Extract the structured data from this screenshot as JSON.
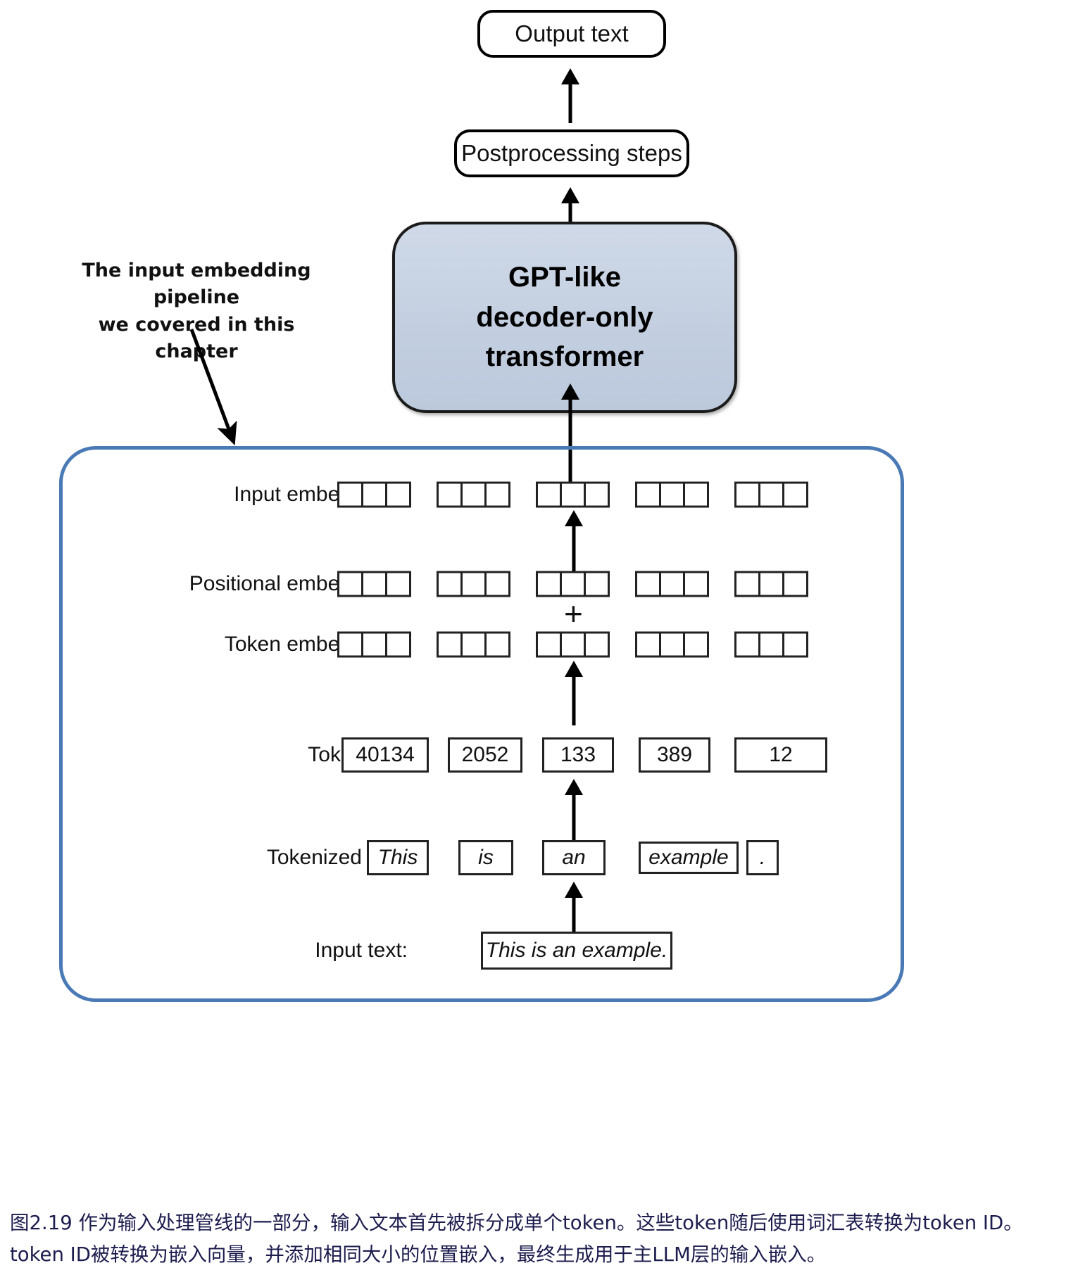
{
  "figure": {
    "output_box_label": "Output text",
    "postprocessing_box_label": "Postprocessing steps",
    "gpt_block_lines": [
      "GPT-like",
      "decoder-only",
      "transformer"
    ],
    "annotation": "The input embedding pipeline\nwe covered in this chapter",
    "plus_symbol": "+",
    "colors": {
      "gpt_block_fill": "#c5d1e0",
      "pipeline_border": "#4a7ab5",
      "stroke": "#000000",
      "caption_text": "#1c1c4e"
    }
  },
  "pipeline": {
    "rows": [
      {
        "label": "Input embeddings:",
        "kind": "cells",
        "groups": 5,
        "cells_per_group": 3
      },
      {
        "label": "Positional embeddings:",
        "kind": "cells",
        "groups": 5,
        "cells_per_group": 3
      },
      {
        "label": "Token embeddings:",
        "kind": "cells",
        "groups": 5,
        "cells_per_group": 3
      },
      {
        "label": "Token IDs:",
        "kind": "values",
        "values": [
          "40134",
          "2052",
          "133",
          "389",
          "12"
        ]
      },
      {
        "label": "Tokenized text:",
        "kind": "values",
        "values": [
          "This",
          "is",
          "an",
          "example",
          "."
        ]
      },
      {
        "label": "Input text:",
        "kind": "values",
        "values": [
          "This is an example."
        ]
      }
    ],
    "row_labels": {
      "input_embeddings": "Input embeddings:",
      "positional_embeddings": "Positional embeddings:",
      "token_embeddings": "Token embeddings:",
      "token_ids": "Token IDs:",
      "tokenized_text": "Tokenized text:",
      "input_text": "Input text:"
    },
    "token_ids": [
      "40134",
      "2052",
      "133",
      "389",
      "12"
    ],
    "tokens": [
      "This",
      "is",
      "an",
      "example",
      "."
    ],
    "input_text": "This is an example."
  },
  "caption": {
    "text": "图2.19 作为输入处理管线的一部分，输入文本首先被拆分成单个token。这些token随后使用词汇表转换为token ID。token ID被转换为嵌入向量，并添加相同大小的位置嵌入，最终生成用于主LLM层的输入嵌入。"
  }
}
